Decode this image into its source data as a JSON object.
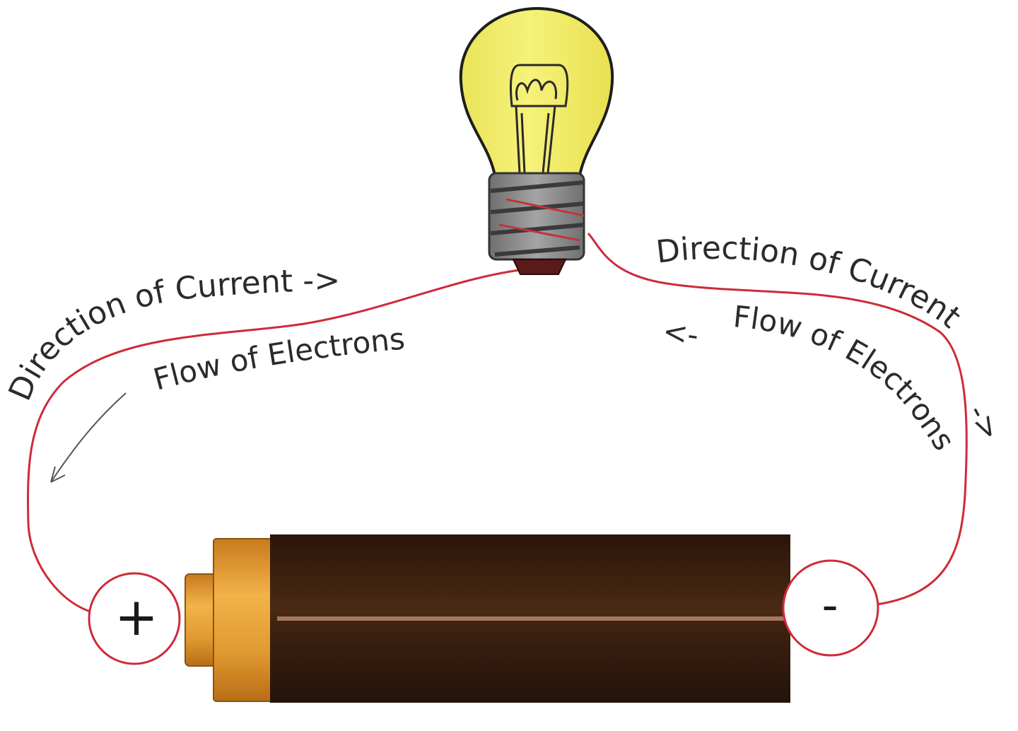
{
  "labels": {
    "left_current": "Direction of Current ->",
    "left_electrons": "Flow of Electrons",
    "right_current": "Direction of Current",
    "right_current_arrow": "->",
    "right_electrons_arrow": "<-",
    "right_electrons": "Flow of Electrons"
  },
  "terminals": {
    "positive": "+",
    "negative": "-"
  },
  "colors": {
    "wire": "#cf2a3a",
    "bulb_glass": "#f3ef63",
    "bulb_base": "#8b8b8b",
    "battery_body": "#3a1f0f",
    "battery_cap": "#e49a2c"
  }
}
